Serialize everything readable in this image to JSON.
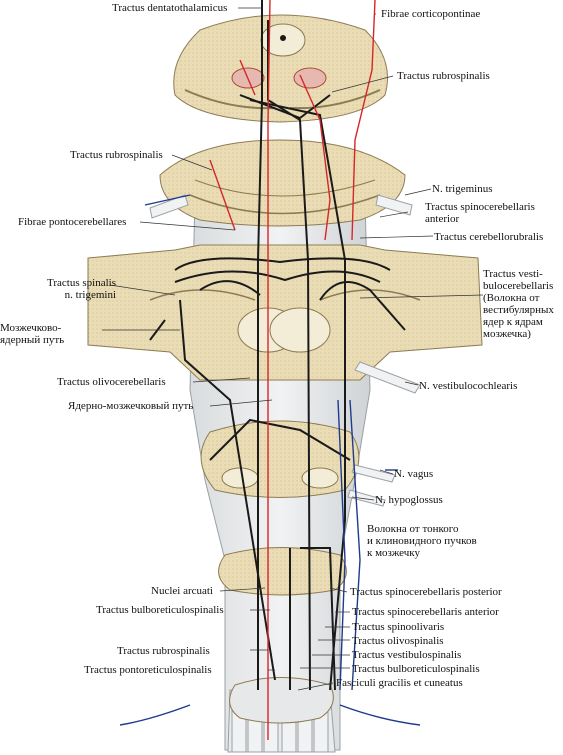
{
  "labels": {
    "tractus_dentatothalamicus": "Tractus dentatothalamicus",
    "fibrae_corticopontinae": "Fibrae corticopontinae",
    "tractus_rubrospinalis_top_right": "Tractus rubrospinalis",
    "tractus_rubrospinalis_left": "Tractus rubrospinalis",
    "n_trigeminus": "N. trigeminus",
    "tractus_spinocerebellaris_anterior_upper": [
      "Tractus spinocerebellaris",
      "anterior"
    ],
    "fibrae_pontocerebellares": "Fibrae pontocerebellares",
    "tractus_cerebellorubralis": "Tractus cerebellorubralis",
    "tractus_spinalis_n_trigemini": [
      "Tractus spinalis",
      "n. trigemini"
    ],
    "tractus_vestibulocerebellaris": [
      "Tractus vesti-",
      "bulocerebellaris",
      "(Волокна от",
      "вестибулярных",
      "ядер к ядрам",
      "мозжечка)"
    ],
    "mozzhechkovo_yadernyi_put": [
      "Мозжечково-",
      "ядерный путь"
    ],
    "tractus_olivocerebellaris": "Tractus olivocerebellaris",
    "n_vestibulocochlearis": "N. vestibulocochlearis",
    "yaderno_mozzhechkovyi_put": "Ядерно-мозжечковый путь",
    "n_vagus": "N. vagus",
    "n_hypoglossus": "N. hypoglossus",
    "volokna_ot_tonkogo": [
      "Волокна от тонкого",
      "и клиновидного пучков",
      "к мозжечку"
    ],
    "nuclei_arcuati": "Nuclei arcuati",
    "tractus_spinocerebellaris_posterior": "Tractus spinocerebellaris posterior",
    "tractus_bulboreticulospinalis_left": "Tractus bulboreticulospinalis",
    "tractus_spinocerebellaris_anterior_lower": "Tractus spinocerebellaris anterior",
    "tractus_spinoolivaris": "Tractus spinoolivaris",
    "tractus_rubrospinalis_bottom_left": "Tractus rubrospinalis",
    "tractus_olivospinalis": "Tractus olivospinalis",
    "tractus_vestibulospinalis": "Tractus vestibulospinalis",
    "tractus_pontoreticulospinalis": "Tractus pontoreticulospinalis",
    "tractus_bulboreticulospinalis_right": "Tractus bulboreticulospinalis",
    "fasciculi_gracilis_et_cuneatus": "Fasciculi gracilis et cuneatus"
  },
  "colors": {
    "tissue": "#eadcb4",
    "tissue_dark": "#c9b788",
    "tissue_light": "#f3ecd6",
    "white_matter": "#e6e8ea",
    "tract_black": "#1a1a1a",
    "tract_red": "#d7262a",
    "tract_blue": "#1f3a8f"
  }
}
